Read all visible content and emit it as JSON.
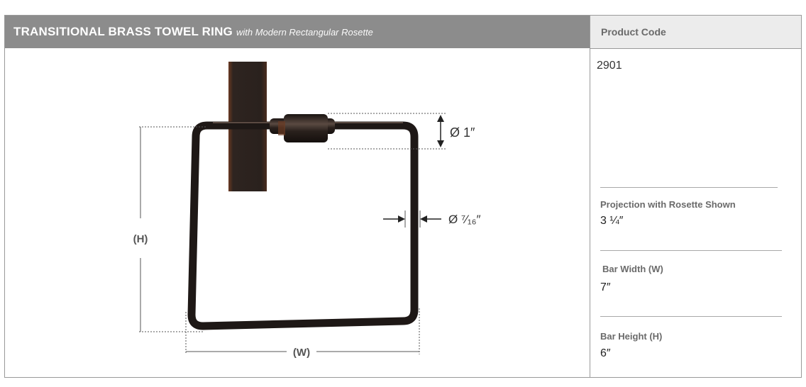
{
  "header": {
    "title": "TRANSITIONAL BRASS TOWEL RING",
    "subtitle": "with Modern Rectangular Rosette"
  },
  "product": {
    "label": "Product Code",
    "code": "2901"
  },
  "specs": [
    {
      "label": "Projection with Rosette Shown",
      "value": "3 ¼″"
    },
    {
      "label": "Bar Width (W)",
      "value": "7″"
    },
    {
      "label": "Bar Height (H)",
      "value": "6″"
    }
  ],
  "dimensions": {
    "height": "(H)",
    "width": "(W)",
    "diameter_post": "Ø 1″",
    "diameter_ring": "Ø ⁷⁄₁₆″"
  },
  "colors": {
    "header_bg": "#8c8c8c",
    "finish": "#2a211d",
    "rosette_edge": "#6b3a22"
  }
}
